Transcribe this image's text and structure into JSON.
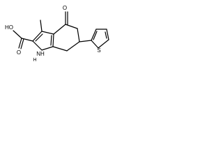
{
  "structure": {
    "methyl_label": "",
    "ketone_o": "O",
    "acid_ho": "HO",
    "acid_o": "O",
    "nh": "NH",
    "h_label": "H",
    "s_label": "S"
  }
}
